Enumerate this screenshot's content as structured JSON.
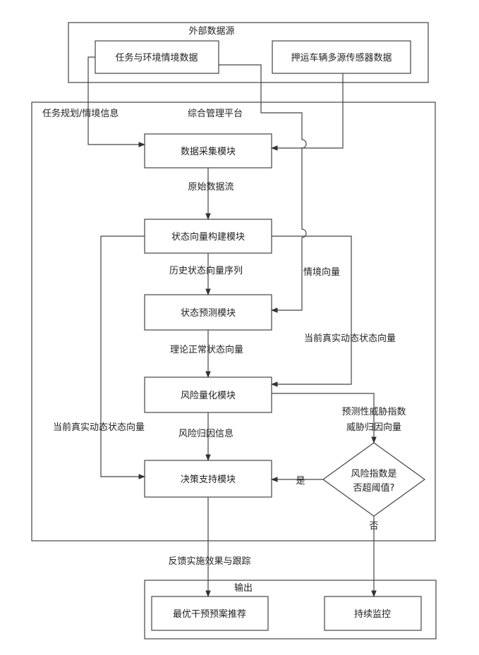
{
  "external": {
    "title": "外部数据源",
    "task_env_data": "任务与环境情境数据",
    "vehicle_sensor_data": "押运车辆多源传感器数据"
  },
  "platform": {
    "title": "综合管理平台",
    "task_plan_label": "任务规划/情境信息"
  },
  "modules": {
    "data_collection": "数据采集模块",
    "state_vector": "状态向量构建模块",
    "state_prediction": "状态预测模块",
    "risk_quant": "风险量化模块",
    "decision_support": "决策支持模块"
  },
  "edges": {
    "raw_stream": "原始数据流",
    "history_seq": "历史状态向量序列",
    "context_vector": "情境向量",
    "theory_normal": "理论正常状态向量",
    "current_real_right": "当前真实动态状态向量",
    "current_real_left": "当前真实动态状态向量",
    "risk_attribution": "风险归因信息",
    "threat_index": "预测性威胁指数",
    "threat_vector": "威胁归因向量",
    "feedback": "反馈实施效果与跟踪"
  },
  "decision": {
    "question_line1": "风险指数是",
    "question_line2": "否超阈值?",
    "yes": "是",
    "no": "否"
  },
  "output": {
    "title": "输出",
    "optimal_plan": "最优干预预案推荐",
    "continuous_monitor": "持续监控"
  }
}
